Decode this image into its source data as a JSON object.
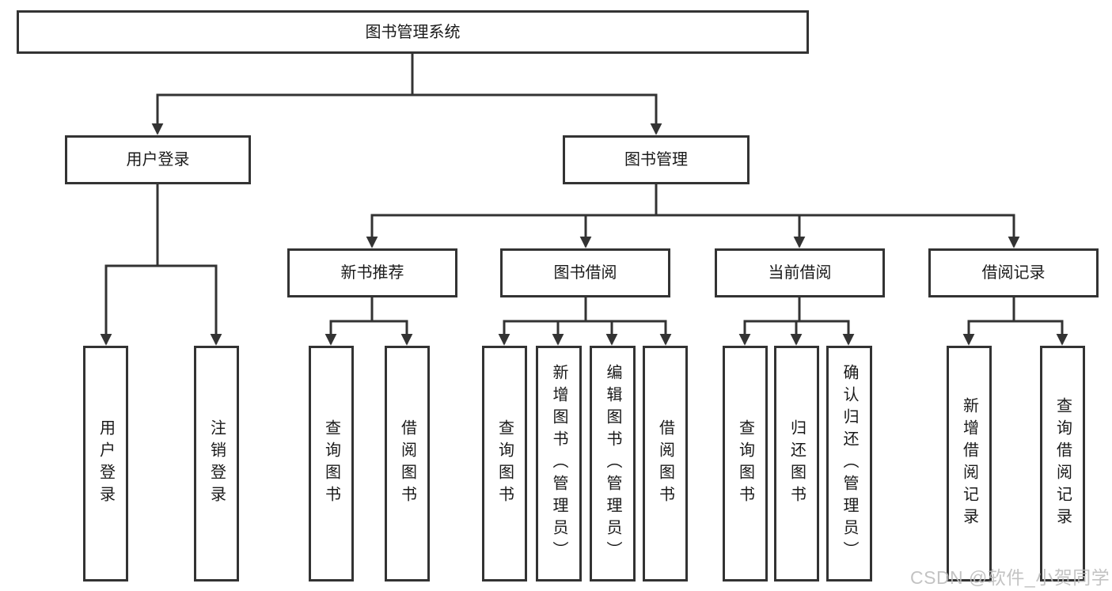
{
  "diagram": {
    "colors": {
      "line": "#333333",
      "box_border": "#333333",
      "box_fill": "#ffffff",
      "text": "#1a1a1a",
      "watermark": "#bdbdbd"
    },
    "root": {
      "label": "图书管理系统"
    },
    "branches": [
      {
        "label": "用户登录",
        "children": [
          {
            "label": "用户登录"
          },
          {
            "label": "注销登录"
          }
        ]
      },
      {
        "label": "图书管理",
        "children": [
          {
            "label": "新书推荐",
            "children": [
              {
                "label": "查询图书"
              },
              {
                "label": "借阅图书"
              }
            ]
          },
          {
            "label": "图书借阅",
            "children": [
              {
                "label": "查询图书"
              },
              {
                "label": "新增图书（管理员）"
              },
              {
                "label": "编辑图书（管理员）"
              },
              {
                "label": "借阅图书"
              }
            ]
          },
          {
            "label": "当前借阅",
            "children": [
              {
                "label": "查询图书"
              },
              {
                "label": "归还图书"
              },
              {
                "label": "确认归还（管理员）"
              }
            ]
          },
          {
            "label": "借阅记录",
            "children": [
              {
                "label": "新增借阅记录"
              },
              {
                "label": "查询借阅记录"
              }
            ]
          }
        ]
      }
    ],
    "watermark": "CSDN @软件_小贺同学"
  }
}
